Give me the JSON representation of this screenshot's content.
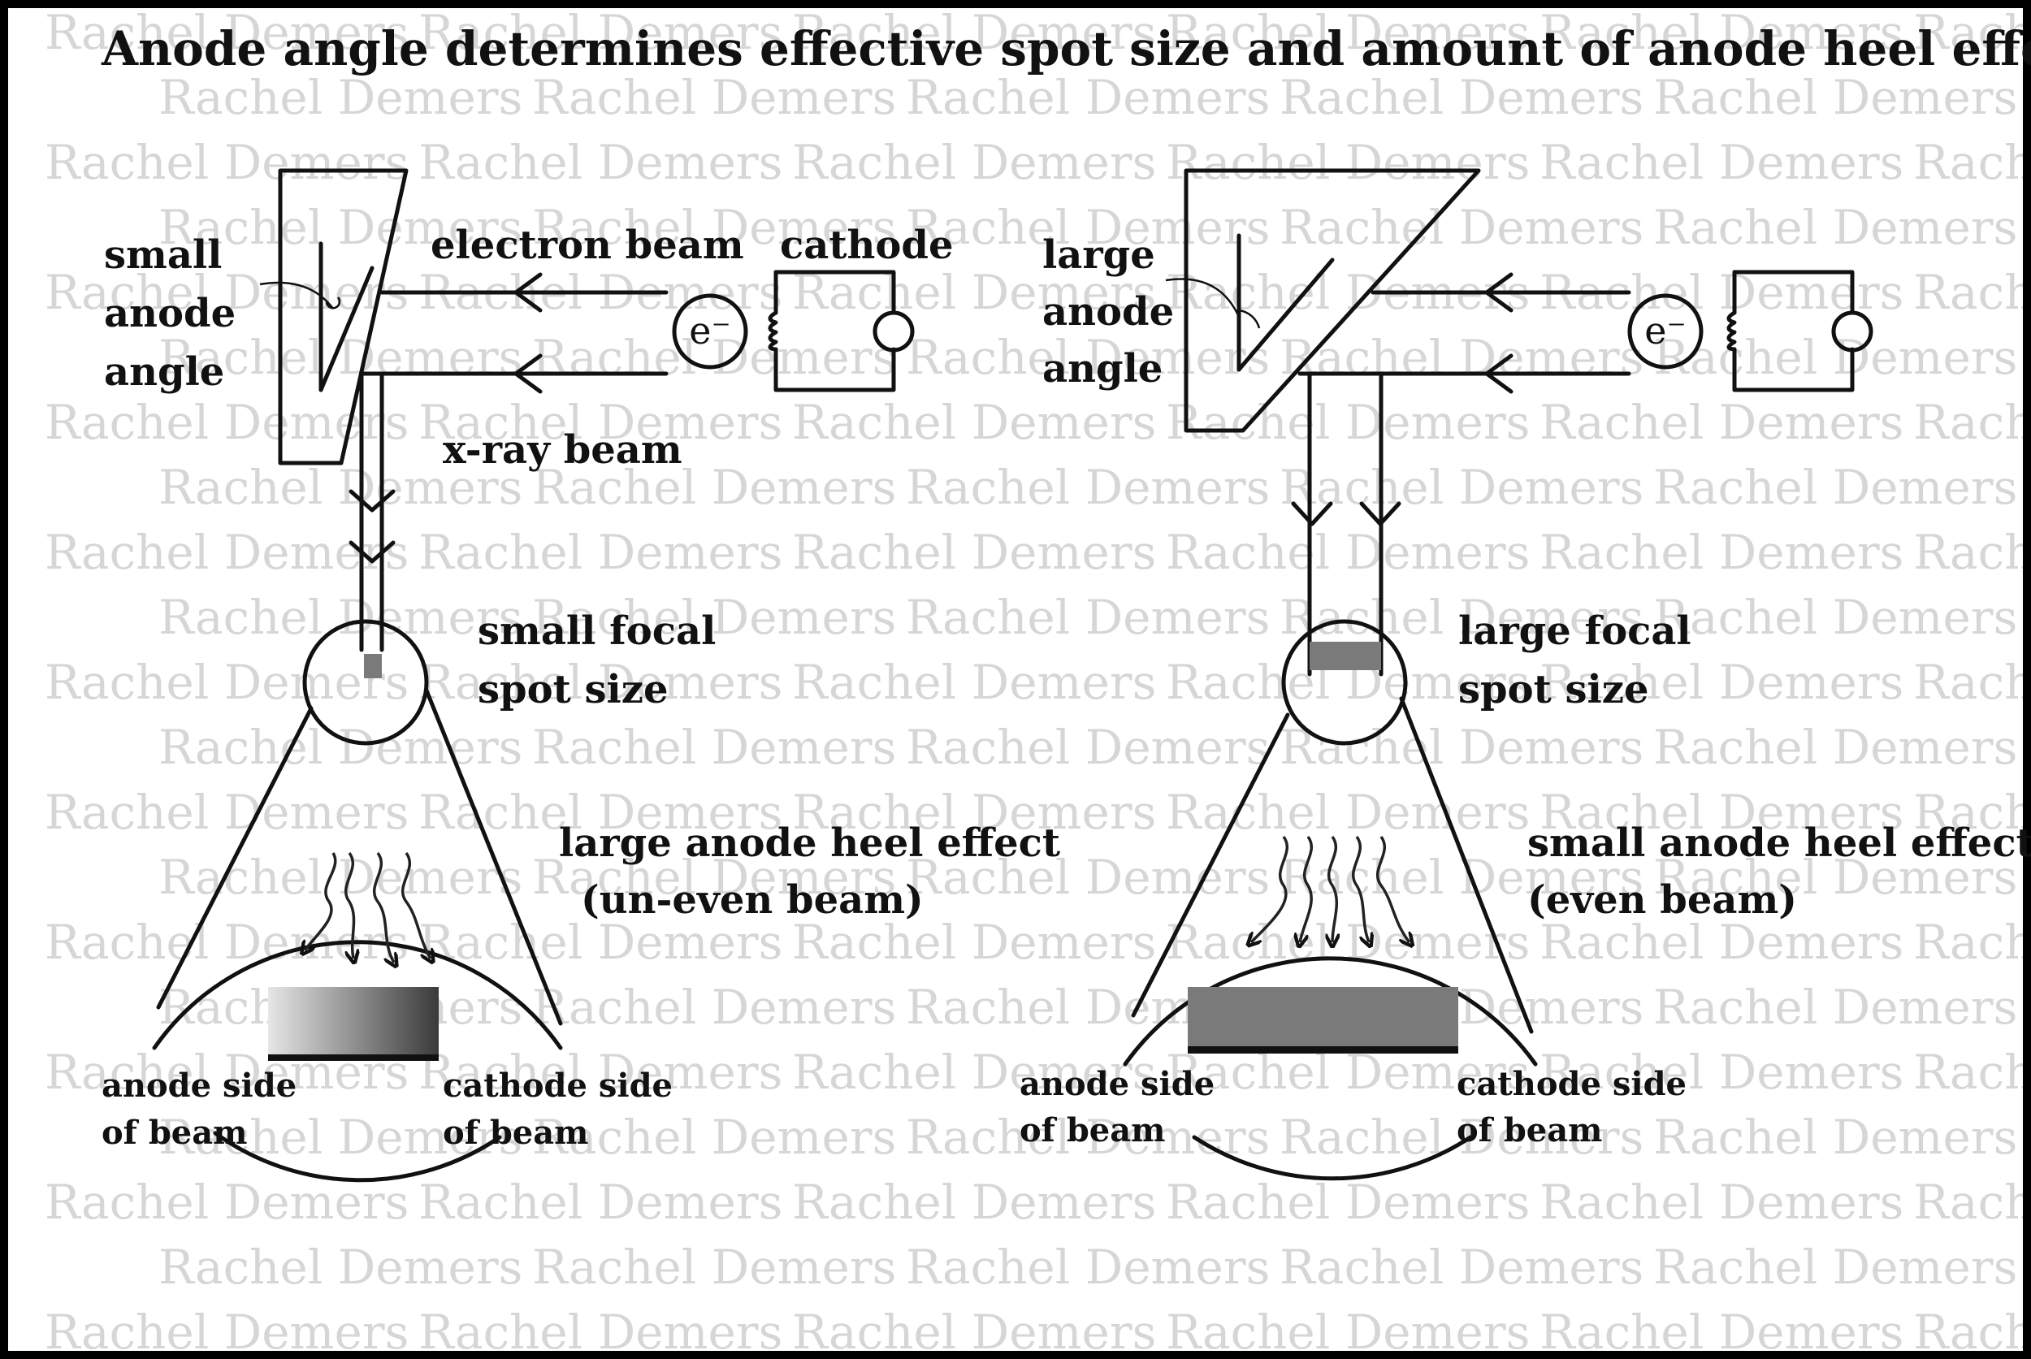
{
  "title": "Anode angle determines effective spot size and amount of anode heel effect",
  "watermark": "Rachel Demers",
  "left": {
    "anode_angle": [
      "small",
      "anode",
      "angle"
    ],
    "electron_beam": "electron beam",
    "cathode": "cathode",
    "electron_symbol": "e⁻",
    "xray_beam": "x-ray beam",
    "focal_spot": [
      "small focal",
      "spot size"
    ],
    "heel_effect": [
      "large anode heel effect",
      "(un-even beam)"
    ],
    "anode_side": [
      "anode side",
      "of beam"
    ],
    "cathode_side": [
      "cathode side",
      "of beam"
    ]
  },
  "right": {
    "anode_angle": [
      "large",
      "anode",
      "angle"
    ],
    "electron_symbol": "e⁻",
    "focal_spot": [
      "large focal",
      "spot size"
    ],
    "heel_effect": [
      "small anode heel effect",
      "(even beam)"
    ],
    "anode_side": [
      "anode side",
      "of beam"
    ],
    "cathode_side": [
      "cathode side",
      "of beam"
    ]
  },
  "colors": {
    "ink": "#111111",
    "watermark": "#d6d6d6",
    "focal_spot_fill": "#7a7a7a",
    "frame": "#000000"
  }
}
